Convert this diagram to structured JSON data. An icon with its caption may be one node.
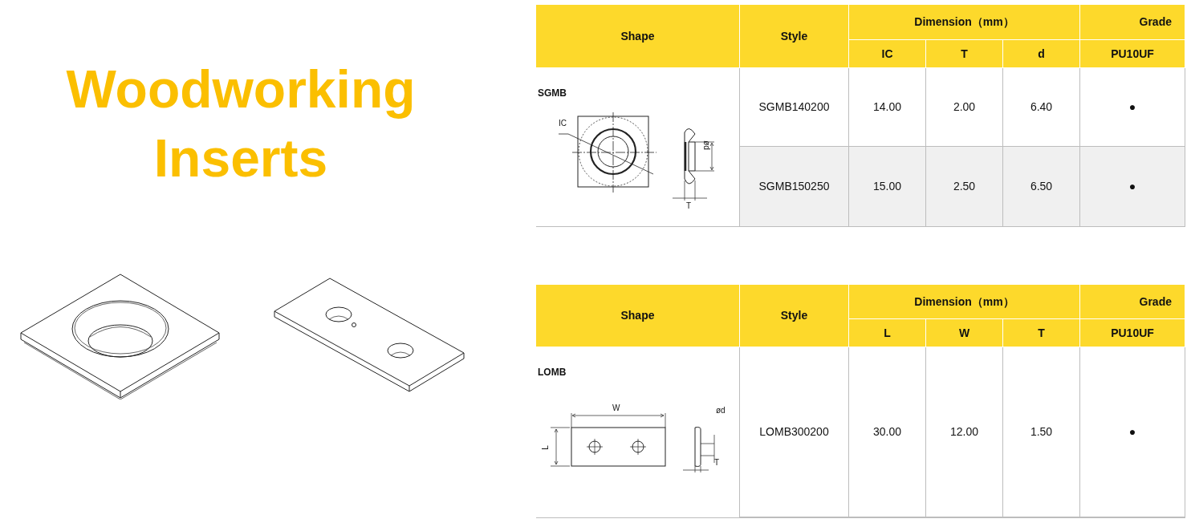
{
  "diagram": {
    "title": "Woodworking Inserts",
    "labels": [
      "Shape",
      "Style",
      "Dimension（mm）",
      "Grade",
      "IC",
      "T",
      "d",
      "PU10UF",
      "SGMB",
      "IC",
      "ød",
      "T",
      "SGMB140200",
      "14.00",
      "2.00",
      "6.40",
      "●",
      "SGMB150250",
      "15.00",
      "2.50",
      "6.50",
      "●",
      "Shape",
      "Style",
      "Dimension（mm）",
      "Grade",
      "L",
      "W",
      "T",
      "PU10UF",
      "LOMB",
      "W",
      "L",
      "ød",
      "T",
      "LOMB300200",
      "30.00",
      "12.00",
      "1.50",
      "●"
    ]
  }
}
